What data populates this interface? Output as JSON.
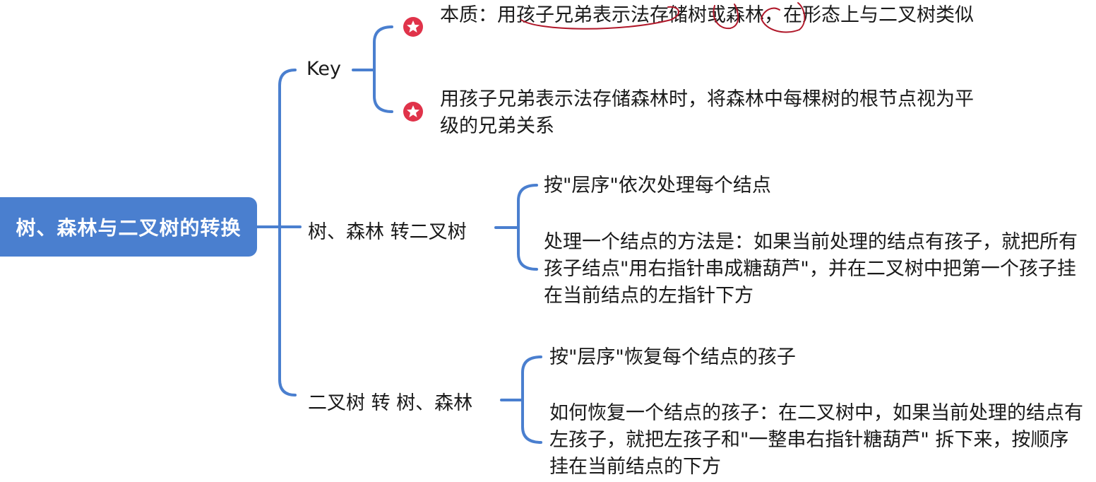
{
  "root": {
    "label": "树、森林与二叉树的转换"
  },
  "branches": [
    {
      "label": "Key",
      "leaves": [
        {
          "text": "本质：用孩子兄弟表示法存储树或森林，在形态上与二叉树类似",
          "icon": "star-icon"
        },
        {
          "text": "用孩子兄弟表示法存储森林时，将森林中每棵树的根节点视为平级的兄弟关系",
          "icon": "star-icon"
        }
      ]
    },
    {
      "label": "树、森林 转二叉树",
      "leaves": [
        {
          "text": "按\"层序\"依次处理每个结点"
        },
        {
          "text": "处理一个结点的方法是：如果当前处理的结点有孩子，就把所有孩子结点\"用右指针串成糖葫芦\"，并在二叉树中把第一个孩子挂在当前结点的左指针下方"
        }
      ]
    },
    {
      "label": "二叉树 转 树、森林",
      "leaves": [
        {
          "text": "按\"层序\"恢复每个结点的孩子"
        },
        {
          "text": "如何恢复一个结点的孩子：在二叉树中，如果当前处理的结点有左孩子，就把左孩子和\"一整串右指针糖葫芦\" 拆下来，按顺序挂在当前结点的下方"
        }
      ]
    }
  ],
  "colors": {
    "accent": "#4a7fcf",
    "line": "#4a7fcf",
    "star": "#e0334a",
    "annotation": "#b0182a"
  }
}
